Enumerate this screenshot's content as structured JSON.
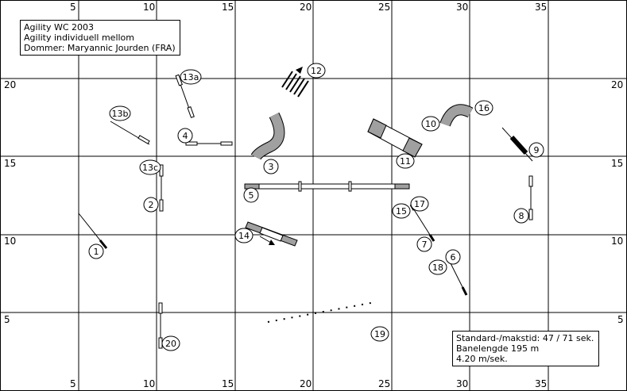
{
  "title_box": {
    "line1": "Agility WC 2003",
    "line2": "Agility individuell mellom",
    "line3": "Dommer: Maryannic Jourden (FRA)"
  },
  "stats_box": {
    "line1": "Standard-/makstid: 47 / 71 sek.",
    "line2": "Banelengde 195 m",
    "line3": "4.20 m/sek."
  },
  "axis": {
    "top": [
      "5",
      "10",
      "15",
      "20",
      "25",
      "30",
      "35"
    ],
    "bottom": [
      "5",
      "10",
      "15",
      "20",
      "25",
      "30",
      "35"
    ],
    "left": [
      "20",
      "15",
      "10",
      "5"
    ],
    "right": [
      "20",
      "15",
      "10",
      "5"
    ]
  },
  "obstacle_labels": [
    "1",
    "2",
    "3",
    "4",
    "5",
    "6",
    "7",
    "8",
    "9",
    "10",
    "11",
    "12",
    "13a",
    "13b",
    "13c",
    "14",
    "15",
    "16",
    "17",
    "18",
    "19",
    "20"
  ],
  "colors": {
    "tunnel": "#a0a0a0",
    "line": "#000000",
    "bar": "#808080"
  }
}
